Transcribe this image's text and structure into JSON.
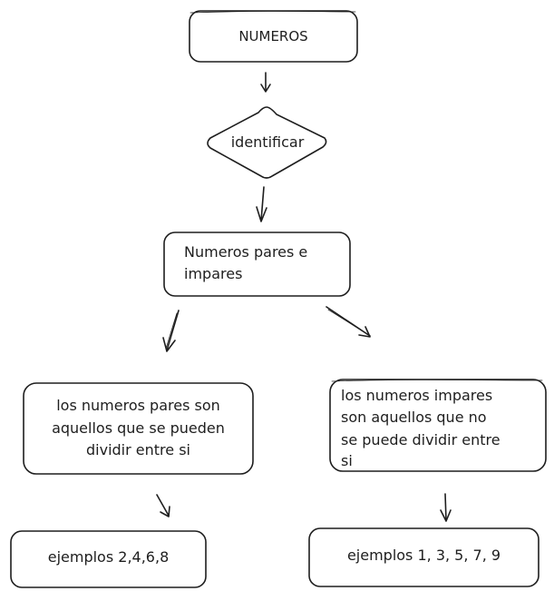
{
  "nodes": {
    "root": "NUMEROS",
    "decision": "identificar",
    "middle_line1": "Numeros pares e",
    "middle_line2": "impares",
    "left_line1": "los numeros pares son",
    "left_line2": "aquellos que se pueden",
    "left_line3": "dividir entre si",
    "right_line1": "los numeros impares",
    "right_line2": "son aquellos que no",
    "right_line3": "se puede dividir entre",
    "right_line4": "si",
    "left_example": "ejemplos 2,4,6,8",
    "right_example": "ejemplos 1, 3, 5, 7, 9"
  },
  "colors": {
    "stroke": "#1e1e1e",
    "fill": "#ffffff"
  }
}
